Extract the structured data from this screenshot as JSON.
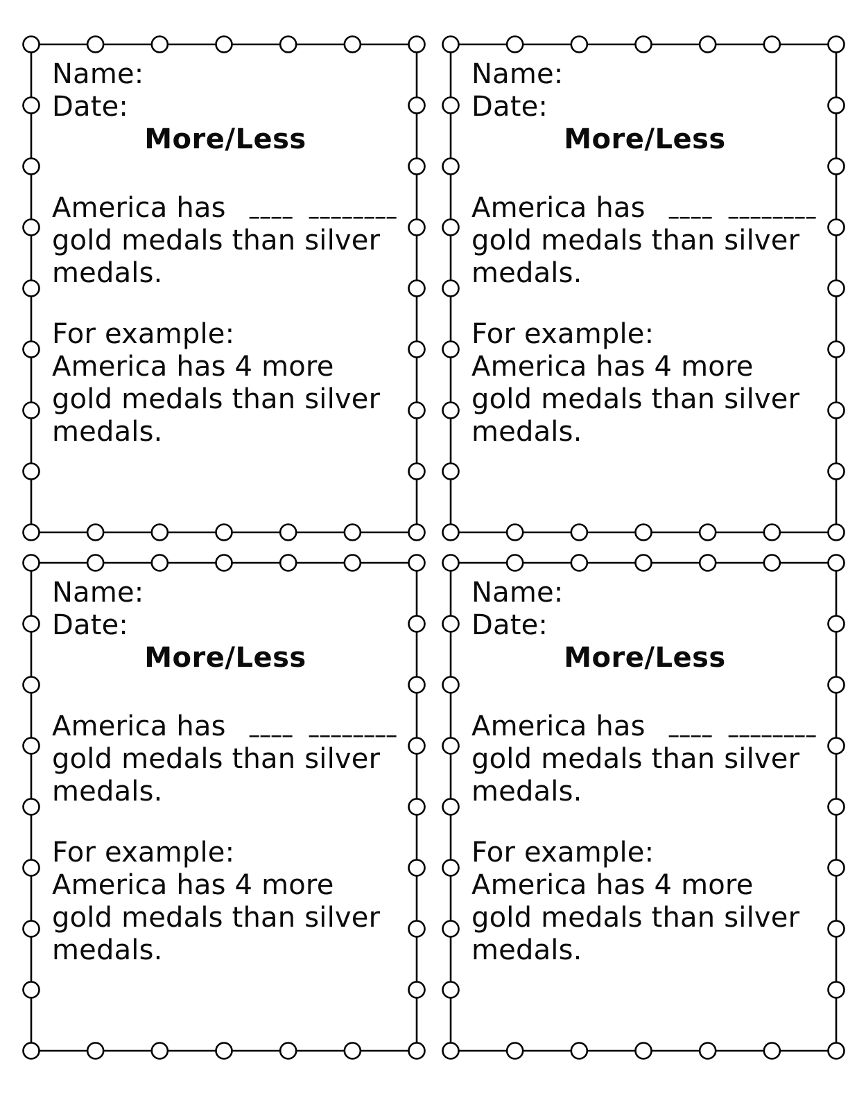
{
  "page": {
    "background": "#ffffff",
    "text_color": "#0b0b0b",
    "card_border_color": "#000000"
  },
  "cards": [
    {
      "name_label": "Name:",
      "date_label": "Date:",
      "title": "More/Less",
      "prompt_prefix": "America has",
      "blank_short": "____",
      "blank_long": "________",
      "prompt_line2": "gold medals than silver",
      "prompt_line3": "medals.",
      "example_label": "For example:",
      "example_line1": "America has 4 more",
      "example_line2": "gold medals than silver",
      "example_line3": "medals."
    },
    {
      "name_label": "Name:",
      "date_label": "Date:",
      "title": "More/Less",
      "prompt_prefix": "America has",
      "blank_short": "____",
      "blank_long": "________",
      "prompt_line2": "gold medals than silver",
      "prompt_line3": "medals.",
      "example_label": "For example:",
      "example_line1": "America has 4 more",
      "example_line2": "gold medals than silver",
      "example_line3": "medals."
    },
    {
      "name_label": "Name:",
      "date_label": "Date:",
      "title": "More/Less",
      "prompt_prefix": "America has",
      "blank_short": "____",
      "blank_long": "________",
      "prompt_line2": "gold medals than silver",
      "prompt_line3": "medals.",
      "example_label": "For example:",
      "example_line1": "America has 4 more",
      "example_line2": "gold medals than silver",
      "example_line3": "medals."
    },
    {
      "name_label": "Name:",
      "date_label": "Date:",
      "title": "More/Less",
      "prompt_prefix": "America has",
      "blank_short": "____",
      "blank_long": "________",
      "prompt_line2": "gold medals than silver",
      "prompt_line3": "medals.",
      "example_label": "For example:",
      "example_line1": "America has 4 more",
      "example_line2": "gold medals than silver",
      "example_line3": "medals."
    }
  ]
}
